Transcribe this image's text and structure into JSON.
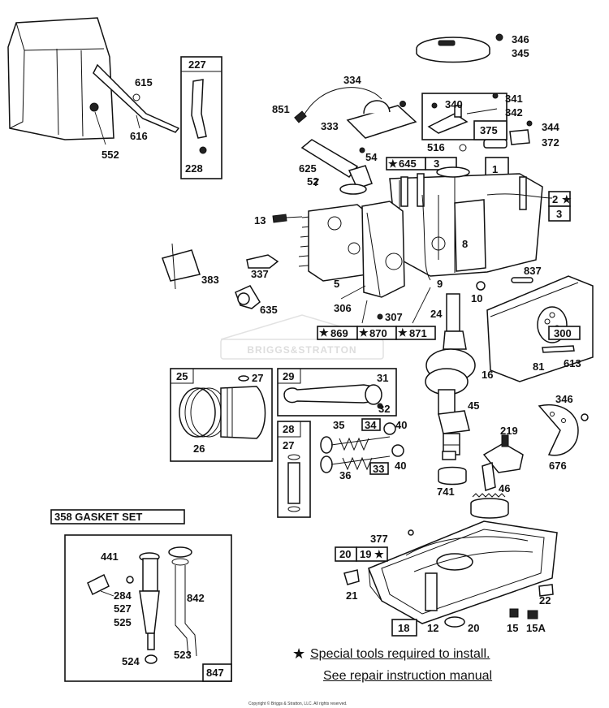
{
  "watermark": "BRIGGS&STRATTON",
  "notes": {
    "special_tools": "Special tools required to install.",
    "see_manual": "See repair instruction manual",
    "star_symbol": "★"
  },
  "copyright": "Copyright © Briggs & Stratton, LLC. All rights reserved.",
  "gasket_set_label": "358 GASKET SET",
  "part_labels": {
    "p552": "552",
    "p615": "615",
    "p616": "616",
    "p227": "227",
    "p228": "228",
    "p334": "334",
    "p851": "851",
    "p333": "333",
    "p54": "54",
    "p625": "625",
    "p52": "52",
    "p340": "340",
    "p341": "341",
    "p342": "342",
    "p375": "375",
    "p516": "516",
    "p344": "344",
    "p372": "372",
    "p346a": "346",
    "p345": "345",
    "p645": "645",
    "p3a": "3",
    "p1": "1",
    "p2": "2",
    "p3b": "3",
    "p7": "7",
    "p13": "13",
    "p8": "8",
    "p383": "383",
    "p337": "337",
    "p635": "635",
    "p5": "5",
    "p306": "306",
    "p307": "307",
    "p9": "9",
    "p10": "10",
    "p837": "837",
    "p869": "869",
    "p870": "870",
    "p871": "871",
    "p24": "24",
    "p300": "300",
    "p81": "81",
    "p613": "613",
    "p16": "16",
    "p45": "45",
    "p346b": "346",
    "p25": "25",
    "p27a": "27",
    "p26": "26",
    "p29": "29",
    "p31": "31",
    "p32": "32",
    "p28": "28",
    "p27b": "27",
    "p35": "35",
    "p34": "34",
    "p40a": "40",
    "p36": "36",
    "p33": "33",
    "p40b": "40",
    "p219": "219",
    "p676": "676",
    "p741": "741",
    "p46": "46",
    "p377": "377",
    "p20a": "20",
    "p19": "19",
    "p21": "21",
    "p22": "22",
    "p18": "18",
    "p12": "12",
    "p20b": "20",
    "p15": "15",
    "p15A": "15A",
    "p441": "441",
    "p284": "284",
    "p527": "527",
    "p525": "525",
    "p524": "524",
    "p842": "842",
    "p523": "523",
    "p847": "847"
  }
}
